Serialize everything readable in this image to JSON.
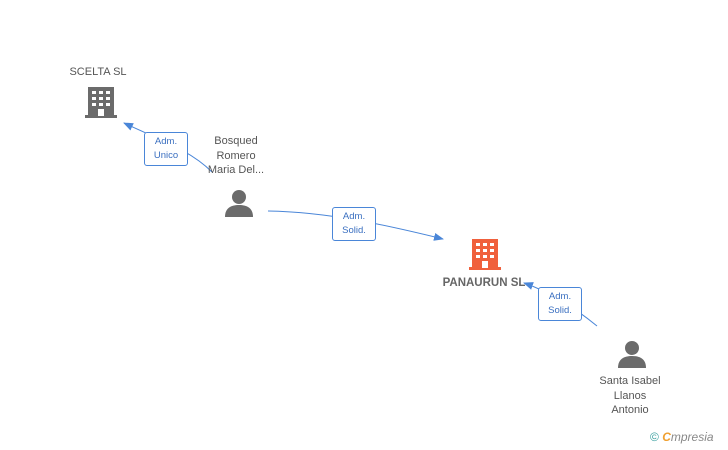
{
  "nodes": {
    "scelta": {
      "label": "SCELTA SL",
      "type": "company",
      "color": "#6b6b6b"
    },
    "panaurun": {
      "label": "PANAURUN SL",
      "type": "company",
      "color": "#f0603c"
    },
    "bosqued": {
      "label": "Bosqued\nRomero\nMaria Del...",
      "type": "person",
      "color": "#6b6b6b"
    },
    "santa_isabel": {
      "label": "Santa Isabel\nLlanos\nAntonio",
      "type": "person",
      "color": "#6b6b6b"
    }
  },
  "edges": {
    "bosqued_scelta": {
      "label_line1": "Adm.",
      "label_line2": "Unico"
    },
    "bosqued_panaurun": {
      "label_line1": "Adm.",
      "label_line2": "Solid."
    },
    "santa_panaurun": {
      "label_line1": "Adm.",
      "label_line2": "Solid."
    }
  },
  "colors": {
    "edge": "#4a86d8"
  },
  "watermark": {
    "copyright": "©",
    "brand_initial": "C",
    "brand_rest": "mpresia"
  }
}
